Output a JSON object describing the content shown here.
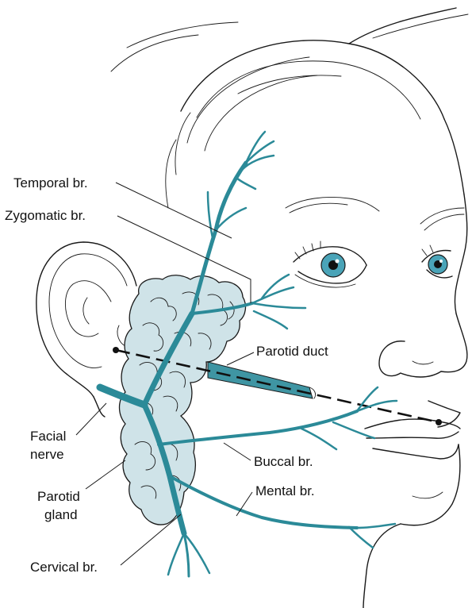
{
  "labels": {
    "temporal": "Temporal br.",
    "zygomatic": "Zygomatic br.",
    "parotid_duct": "Parotid duct",
    "facial_1": "Facial",
    "facial_2": "nerve",
    "buccal": "Buccal br.",
    "mental": "Mental br.",
    "parotid_1": "Parotid",
    "parotid_2": "gland",
    "cervical": "Cervical br."
  },
  "colors": {
    "nerve": "#2b8a98",
    "gland_fill": "#cfe3e8",
    "duct": "#3f95a3",
    "iris": "#4aa4b8",
    "outline": "#1a1a1a"
  }
}
